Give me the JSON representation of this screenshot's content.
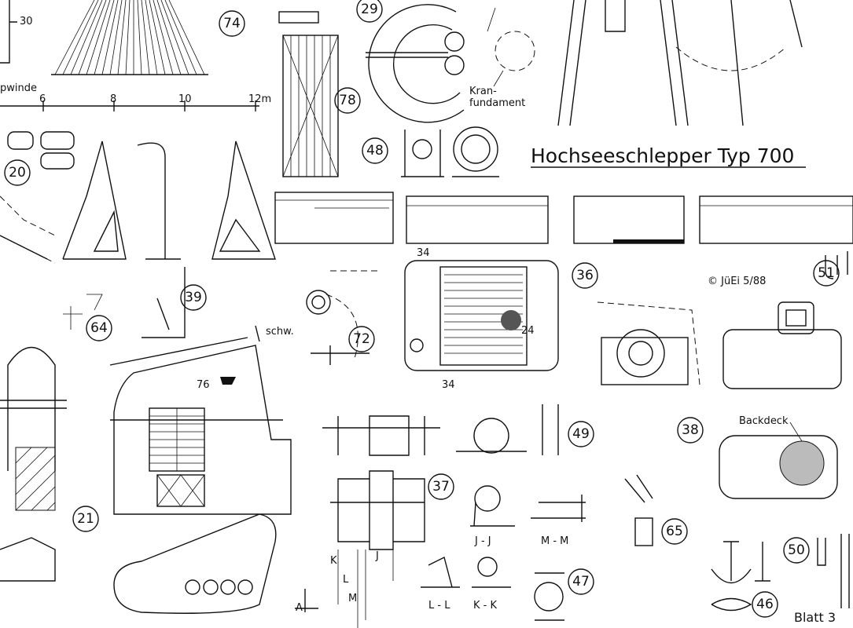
{
  "drawing": {
    "title": "Hochseeschlepper  Typ 700",
    "copyright": "© JüEi 5/88",
    "sheet": "Blatt 3",
    "callouts": [
      "74",
      "29",
      "78",
      "48",
      "20",
      "36",
      "51",
      "39",
      "64",
      "72",
      "49",
      "38",
      "37",
      "65",
      "21",
      "47",
      "50",
      "46"
    ],
    "scale": {
      "ticks": [
        "6",
        "8",
        "10",
        "12m"
      ]
    },
    "labels": {
      "dim_30": "30",
      "winch": "pwinde",
      "crane_foundation_1": "Kran-",
      "crane_foundation_2": "fundament",
      "dim_34_top": "34",
      "dim_34_bottom": "34",
      "dim_24": "24",
      "schw": "schw.",
      "part_76": "76",
      "backdeck": "Backdeck",
      "section_jj": "J - J",
      "section_mm": "M - M",
      "section_ll": "L - L",
      "section_kk": "K - K",
      "k": "K",
      "j": "J",
      "l": "L",
      "m": "M",
      "a": "A"
    }
  }
}
